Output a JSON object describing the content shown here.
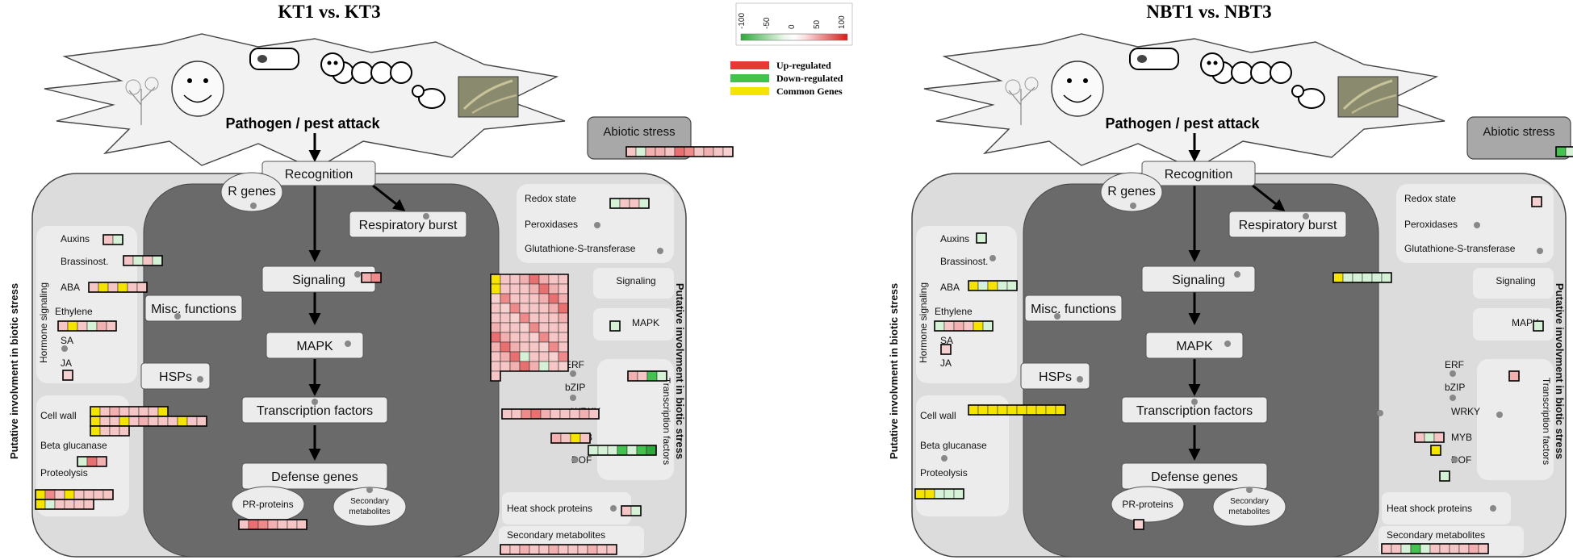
{
  "colors": {
    "up": "#e53935",
    "down": "#43c24f",
    "common": "#f5e400",
    "outer": "#dcdcdc",
    "inner": "#6a6a6a",
    "lightpanel": "#ececec",
    "box": "#ececec"
  },
  "legend": {
    "scale_ticks": [
      "-100",
      "-50",
      "0",
      "50",
      "100"
    ],
    "items": [
      {
        "label": "Up-regulated",
        "color": "#e53935"
      },
      {
        "label": "Down-regulated",
        "color": "#43c24f"
      },
      {
        "label": "Common Genes",
        "color": "#f5e400"
      }
    ]
  },
  "common": {
    "pest_attack": "Pathogen / pest attack",
    "abiotic": "Abiotic stress",
    "recognition": "Recognition",
    "r_genes": "R genes",
    "respiratory": "Respiratory burst",
    "signaling": "Signaling",
    "misc": "Misc. functions",
    "mapk": "MAPK",
    "hsps": "HSPs",
    "tf": "Transcription factors",
    "defense": "Defense genes",
    "pr": "PR-proteins",
    "secondary_l1": "Secondary",
    "secondary_l2": "metabolites",
    "auxins": "Auxins",
    "brassinost": "Brassinost.",
    "aba": "ABA",
    "ethylene": "Ethylene",
    "sa": "SA",
    "ja": "JA",
    "hormone": "Hormone signaling",
    "cellwall": "Cell wall",
    "beta": "Beta glucanase",
    "proteolysis": "Proteolysis",
    "redox": "Redox state",
    "peroxidases": "Peroxidases",
    "gst": "Glutathione-S-transferase",
    "sig_r": "Signaling",
    "mapk_r": "MAPK",
    "erf": "ERF",
    "bzip": "bZIP",
    "wrky": "WRKY",
    "myb": "MYB",
    "dof": "DOF",
    "tf_r": "Transcription factors",
    "hsp_r": "Heat shock proteins",
    "secmet_r": "Secondary metabolites",
    "putative": "Putative involvment in biotic stress"
  },
  "panels": [
    {
      "title": "KT1 vs. KT3",
      "heat": {
        "abiotic": [
          "#f6c6c6",
          "#d6f2d6",
          "#f3b0b0",
          "#f3b0b0",
          "#f6c6c6",
          "#e87070",
          "#ee8a8a",
          "#f6c6c6",
          "#f3b0b0",
          "#f6c6c6",
          "#f7d0d0"
        ],
        "auxins": [
          "#f6c6c6",
          "#d6f2d6"
        ],
        "brassinost": [
          "#f6c6c6",
          "#d6f2d6",
          "#f6c6c6",
          "#d6f2d6"
        ],
        "aba": [
          "#f6c6c6",
          "#f5e400",
          "#f6c6c6",
          "#f5e400",
          "#f6c6c6",
          "#f6c6c6"
        ],
        "ethylene": [
          "#f6c6c6",
          "#f5e400",
          "#f6c6c6",
          "#d6f2d6",
          "#f3b0b0",
          "#f6c6c6"
        ],
        "ja": [
          "#f7d0d0"
        ],
        "cellwall_r1": [
          "#f5e400",
          "#f6c6c6",
          "#f3b0b0",
          "#f6c6c6",
          "#f6c6c6",
          "#f6c6c6",
          "#f6c6c6",
          "#f5e400",
          "#f6c6c6",
          "#f6c6c6",
          "#f6c6c6",
          "#f6c6c6"
        ],
        "cellwall_r2": [
          "#f5e400",
          "#f6c6c6",
          "#f6c6c6",
          "#f5e400",
          "#f6c6c6",
          "#f3b0b0",
          "#f6c6c6",
          "#f6c6c6",
          "#f6c6c6",
          "#f5e400",
          "#f6c6c6",
          "#f6c6c6"
        ],
        "cellwall_r3": [
          "#f5e400",
          "#f6c6c6",
          "#f6c6c6",
          "#f6c6c6"
        ],
        "beta": [
          "#d6f2d6",
          "#e87070",
          "#f3b0b0"
        ],
        "prot_r1": [
          "#f5e400",
          "#ee8a8a",
          "#f6c6c6",
          "#f5e400",
          "#f6c6c6",
          "#f6c6c6",
          "#f6c6c6",
          "#f6c6c6"
        ],
        "prot_r2": [
          "#f5e400",
          "#d6f2d6",
          "#f6c6c6",
          "#f6c6c6",
          "#f6c6c6",
          "#f6c6c6"
        ],
        "signaling_c": [
          "#f3b0b0",
          "#ee8a8a"
        ],
        "pr": [
          "#f6c6c6",
          "#e87070",
          "#ee8a8a",
          "#f3b0b0",
          "#f6c6c6",
          "#f6c6c6",
          "#f6c6c6"
        ],
        "redox": [
          "#d6f2d6",
          "#f6c6c6",
          "#f6c6c6",
          "#d6f2d6"
        ],
        "mapk_r": [
          "#d6f2d6"
        ],
        "erf": [
          "#f3b0b0",
          "#f6c6c6",
          "#43c24f",
          "#d6f2d6"
        ],
        "wrky": [
          "#f6c6c6",
          "#f6c6c6",
          "#ee8a8a",
          "#e87070",
          "#f3b0b0",
          "#f6c6c6",
          "#f6c6c6",
          "#f6c6c6",
          "#f3b0b0",
          "#f6c6c6"
        ],
        "myb": [
          "#f3b0b0",
          "#f6c6c6",
          "#f5e400",
          "#f6c6c6"
        ],
        "dof": [
          "#d6f2d6",
          "#d6f2d6",
          "#d6f2d6",
          "#43c24f",
          "#d6f2d6",
          "#43c24f",
          "#2ea83a"
        ],
        "hsp": [
          "#f6c6c6",
          "#d6f2d6"
        ],
        "secmet": [
          "#f6c6c6",
          "#f6c6c6",
          "#f3b0b0",
          "#f6c6c6",
          "#f6c6c6",
          "#f3b0b0",
          "#f6c6c6",
          "#f6c6c6",
          "#f6c6c6",
          "#f3b0b0",
          "#f6c6c6",
          "#f6c6c6",
          "#f3b0b0",
          "#f6c6c6",
          "#f6c6c6",
          "#f6c6c6",
          "#f6c6c6"
        ],
        "sigblock": true
      }
    },
    {
      "title": "NBT1 vs. NBT3",
      "heat": {
        "abiotic": [
          "#43c24f",
          "#d6f2d6"
        ],
        "auxins": [
          "#d6f2d6"
        ],
        "brassinost": [],
        "aba": [
          "#f5e400",
          "#d6f2d6",
          "#f5e400",
          "#d6f2d6",
          "#d6f2d6"
        ],
        "ethylene": [
          "#d6f2d6",
          "#f6c6c6",
          "#f3b0b0",
          "#f6c6c6",
          "#f5e400",
          "#d6f2d6"
        ],
        "ja": [
          "#f7d0d0"
        ],
        "cellwall_r1": [
          "#f5e400",
          "#f5e400",
          "#f5e400",
          "#f5e400",
          "#f5e400",
          "#f5e400",
          "#f5e400",
          "#f5e400",
          "#f5e400",
          "#f5e400"
        ],
        "cellwall_r2": [],
        "cellwall_r3": [],
        "beta": [],
        "prot_r1": [
          "#f5e400",
          "#f5e400",
          "#d6f2d6",
          "#d6f2d6",
          "#d6f2d6"
        ],
        "prot_r2": [],
        "signaling_c": [],
        "pr": [
          "#f7d0d0"
        ],
        "redox": [
          "#f7d0d0"
        ],
        "mapk_r": [
          "#d6f2d6"
        ],
        "erf": [
          "#f3b0b0"
        ],
        "wrky": [],
        "myb": [
          "#f6c6c6",
          "#d6f2d6",
          "#f6c6c6"
        ],
        "dof": [
          "#f5e400",
          "#d6f2d6"
        ],
        "hsp": [],
        "secmet": [
          "#f6c6c6",
          "#f6c6c6",
          "#d6f2d6",
          "#43c24f",
          "#d6f2d6",
          "#f6c6c6",
          "#f6c6c6",
          "#f6c6c6",
          "#f6c6c6",
          "#f3b0b0",
          "#f6c6c6",
          "#f6c6c6",
          "#f3b0b0",
          "#f6c6c6",
          "#f6c6c6",
          "#f6c6c6",
          "#f6c6c6"
        ],
        "signaling_r": [
          "#f5e400",
          "#d6f2d6",
          "#d6f2d6",
          "#d6f2d6",
          "#d6f2d6",
          "#d6f2d6"
        ],
        "sigblock": false
      }
    }
  ]
}
